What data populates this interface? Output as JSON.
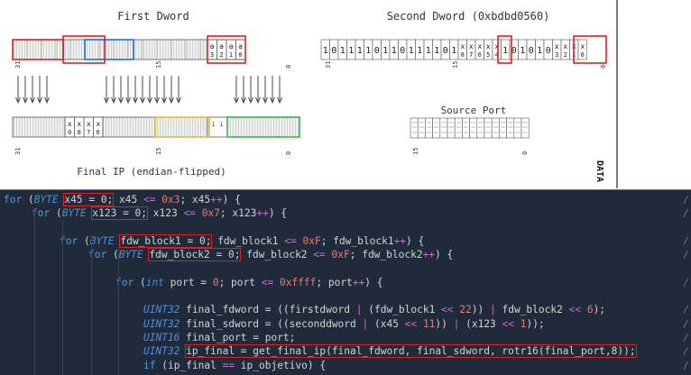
{
  "diagram": {
    "first_dword_title": "First Dword",
    "second_dword_title": "Second Dword (0xbdbd0560)",
    "first_dword_cells": [
      "a",
      "a",
      "a",
      "a"
    ],
    "first_dword_cell_subs": [
      "3",
      "2",
      "1",
      "0"
    ],
    "second_dword_bits": [
      "1",
      "0",
      "1",
      "1",
      "1",
      "1",
      "0",
      "1",
      "1",
      "0",
      "1",
      "1",
      "1",
      "1",
      "0",
      "1"
    ],
    "second_dword_x_groups": [
      {
        "tops": [
          "x",
          "x"
        ],
        "subs": [
          "8",
          "7"
        ]
      },
      {
        "tops": [
          "x",
          "x",
          "x"
        ],
        "subs": [
          "6",
          "5",
          "4"
        ]
      },
      {
        "tops": [
          "x",
          "x",
          "x"
        ],
        "subs": [
          "3",
          "2",
          "1"
        ]
      }
    ],
    "second_dword_bits2": [
      "1",
      "0",
      "1",
      "0",
      "1",
      "0"
    ],
    "second_dword_last": {
      "top": "x",
      "sub": "0"
    },
    "axis_labels_top": [
      "31",
      "15",
      "0"
    ],
    "axis_labels_second": [
      "31",
      "15",
      "0"
    ],
    "final_ip_cells": [
      {
        "top": "x",
        "sub": "0"
      },
      {
        "top": "x",
        "sub": "8"
      },
      {
        "top": "x",
        "sub": "7"
      },
      {
        "top": "x",
        "sub": "6"
      }
    ],
    "final_ip_mid_cells": [
      "1",
      "1"
    ],
    "axis_labels_bottom": [
      "31",
      "15",
      "0"
    ],
    "final_ip_title": "Final IP (endian-flipped)",
    "source_port_title": "Source Port",
    "source_port_axis": [
      "15",
      "0"
    ],
    "data_label": "DATA"
  },
  "code": {
    "lines": [
      {
        "indent": 0,
        "tokens": [
          [
            "kw",
            "for"
          ],
          [
            "p",
            " ("
          ],
          [
            "ty",
            "BYTE"
          ],
          [
            "p",
            " "
          ],
          [
            "box",
            "x45 = 0;"
          ],
          [
            "p",
            " x45 "
          ],
          [
            "op",
            "<="
          ],
          [
            "p",
            " "
          ],
          [
            "num",
            "0x3"
          ],
          [
            "p",
            "; x45"
          ],
          [
            "op",
            "++"
          ],
          [
            "p",
            ") {"
          ]
        ]
      },
      {
        "indent": 1,
        "tokens": [
          [
            "kw",
            "for"
          ],
          [
            "p",
            " ("
          ],
          [
            "ty",
            "BYTE"
          ],
          [
            "p",
            " "
          ],
          [
            "box",
            "x123 = 0;"
          ],
          [
            "p",
            " x123 "
          ],
          [
            "op",
            "<="
          ],
          [
            "p",
            " "
          ],
          [
            "num",
            "0x7"
          ],
          [
            "p",
            "; x123"
          ],
          [
            "op",
            "++"
          ],
          [
            "p",
            ") {"
          ]
        ]
      },
      {
        "indent": 0,
        "tokens": []
      },
      {
        "indent": 2,
        "tokens": [
          [
            "kw",
            "for"
          ],
          [
            "p",
            " ("
          ],
          [
            "ty",
            "BYTE"
          ],
          [
            "p",
            " "
          ],
          [
            "box",
            "fdw_block1 = 0;"
          ],
          [
            "p",
            " fdw_block1 "
          ],
          [
            "op",
            "<="
          ],
          [
            "p",
            " "
          ],
          [
            "num",
            "0xF"
          ],
          [
            "p",
            "; fdw_block1"
          ],
          [
            "op",
            "++"
          ],
          [
            "p",
            ") {"
          ]
        ]
      },
      {
        "indent": 3,
        "tokens": [
          [
            "kw",
            "for"
          ],
          [
            "p",
            " ("
          ],
          [
            "ty",
            "BYTE"
          ],
          [
            "p",
            " "
          ],
          [
            "box",
            "fdw_block2 = 0;"
          ],
          [
            "p",
            " fdw_block2 "
          ],
          [
            "op",
            "<="
          ],
          [
            "p",
            " "
          ],
          [
            "num",
            "0xF"
          ],
          [
            "p",
            "; fdw_block2"
          ],
          [
            "op",
            "++"
          ],
          [
            "p",
            ") {"
          ]
        ]
      },
      {
        "indent": 0,
        "tokens": []
      },
      {
        "indent": 4,
        "tokens": [
          [
            "kw",
            "for"
          ],
          [
            "p",
            " ("
          ],
          [
            "ty",
            "int"
          ],
          [
            "p",
            " port = "
          ],
          [
            "num",
            "0"
          ],
          [
            "p",
            "; port "
          ],
          [
            "op",
            "<="
          ],
          [
            "p",
            " "
          ],
          [
            "num",
            "0xffff"
          ],
          [
            "p",
            "; port"
          ],
          [
            "op",
            "++"
          ],
          [
            "p",
            ") {"
          ]
        ]
      },
      {
        "indent": 0,
        "tokens": []
      },
      {
        "indent": 5,
        "tokens": [
          [
            "ty",
            "UINT32"
          ],
          [
            "p",
            " final_fdword = ((firstdword "
          ],
          [
            "op",
            "|"
          ],
          [
            "p",
            " (fdw_block1 "
          ],
          [
            "op",
            "<<"
          ],
          [
            "p",
            " "
          ],
          [
            "num",
            "22"
          ],
          [
            "p",
            ")) "
          ],
          [
            "op",
            "|"
          ],
          [
            "p",
            " fdw_block2 "
          ],
          [
            "op",
            "<<"
          ],
          [
            "p",
            " "
          ],
          [
            "num",
            "6"
          ],
          [
            "p",
            ");"
          ]
        ]
      },
      {
        "indent": 5,
        "tokens": [
          [
            "ty",
            "UINT32"
          ],
          [
            "p",
            " final_sdword = ((seconddword "
          ],
          [
            "op",
            "|"
          ],
          [
            "p",
            " (x45 "
          ],
          [
            "op",
            "<<"
          ],
          [
            "p",
            " "
          ],
          [
            "num",
            "11"
          ],
          [
            "p",
            ")) "
          ],
          [
            "op",
            "|"
          ],
          [
            "p",
            " (x123 "
          ],
          [
            "op",
            "<<"
          ],
          [
            "p",
            " "
          ],
          [
            "num",
            "1"
          ],
          [
            "p",
            "));"
          ]
        ]
      },
      {
        "indent": 5,
        "tokens": [
          [
            "ty",
            "UINT16"
          ],
          [
            "p",
            " final_port = port;"
          ]
        ]
      },
      {
        "indent": 5,
        "tokens": [
          [
            "ty",
            "UINT32"
          ],
          [
            "p",
            " "
          ],
          [
            "box",
            "ip_final = get_final_ip(final_fdword, final_sdword, rotr16(final_port,8));"
          ]
        ]
      },
      {
        "indent": 5,
        "tokens": [
          [
            "kw",
            "if"
          ],
          [
            "p",
            " (ip_final "
          ],
          [
            "op",
            "=="
          ],
          [
            "p",
            " ip_objetivo) {"
          ]
        ]
      }
    ]
  }
}
